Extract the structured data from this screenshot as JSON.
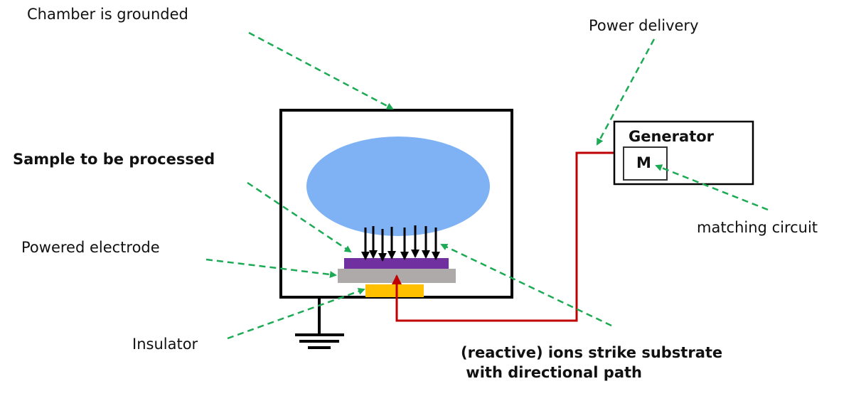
{
  "labels": {
    "chamber_grounded": "Chamber is grounded",
    "sample": "Sample to be processed",
    "powered_electrode": "Powered electrode",
    "insulator": "Insulator",
    "power_delivery": "Power delivery",
    "generator": "Generator",
    "matching_box": "M",
    "matching_circuit": "matching circuit",
    "ions_line1": "(reactive) ions strike substrate",
    "ions_line2": " with directional path"
  },
  "colors": {
    "plasma": "#7fb2f5",
    "sample": "#7030a0",
    "electrode": "#aeaaaa",
    "insulator": "#ffc000",
    "power_line": "#c00000",
    "annotation_arrow": "#1daa55",
    "outline": "#000000"
  },
  "ion_arrow_count": 8
}
